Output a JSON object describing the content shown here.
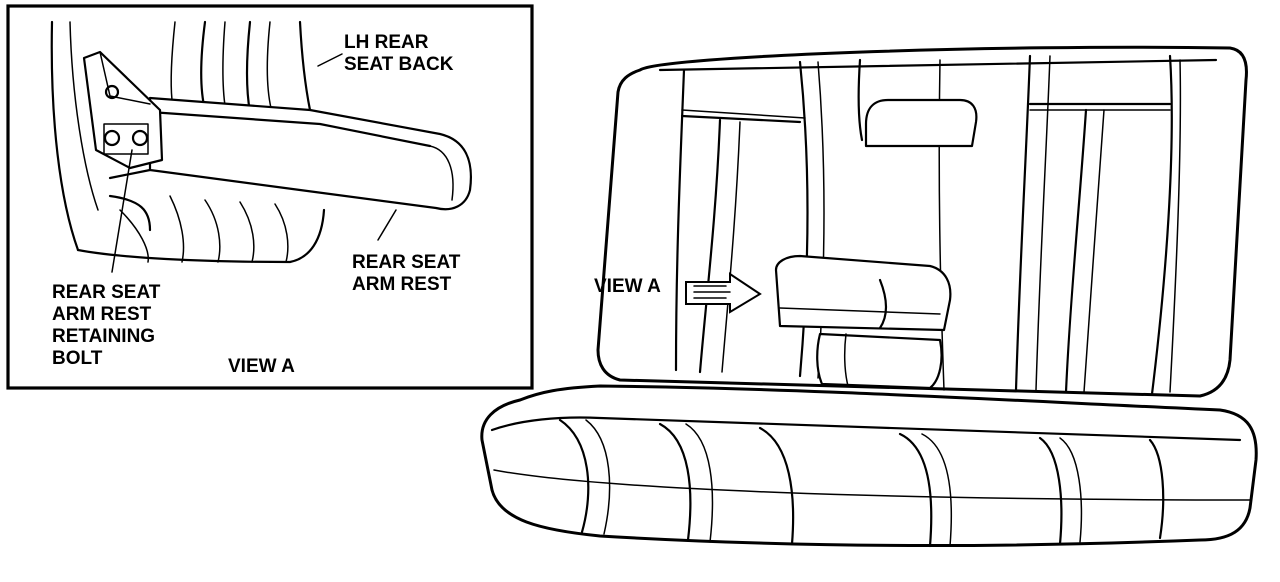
{
  "inset": {
    "caption": "VIEW A",
    "labels": {
      "seat_back_line1": "LH REAR",
      "seat_back_line2": "SEAT BACK",
      "arm_rest_line1": "REAR SEAT",
      "arm_rest_line2": "ARM REST",
      "bolt_line1": "REAR SEAT",
      "bolt_line2": "ARM REST",
      "bolt_line3": "RETAINING",
      "bolt_line4": "BOLT"
    }
  },
  "main": {
    "view_pointer_label": "VIEW A"
  }
}
